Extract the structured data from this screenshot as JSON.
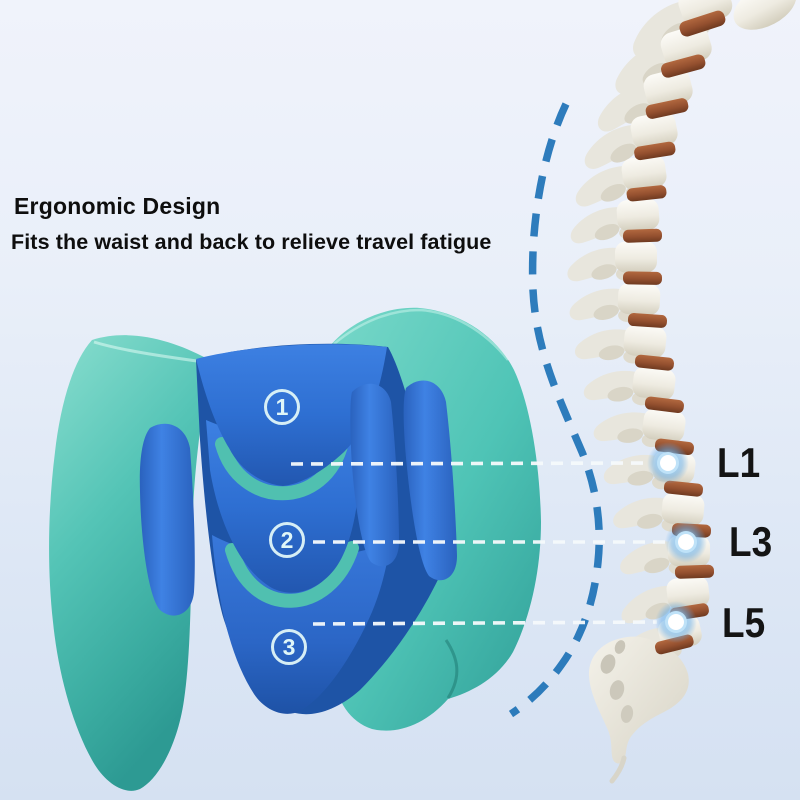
{
  "heading": {
    "title": "Ergonomic Design",
    "subtitle": "Fits the waist and back to relieve travel fatigue"
  },
  "pillow_markers": [
    {
      "number": "1"
    },
    {
      "number": "2"
    },
    {
      "number": "3"
    }
  ],
  "spine_labels": [
    {
      "label": "L1"
    },
    {
      "label": "L3"
    },
    {
      "label": "L5"
    }
  ],
  "colors": {
    "background_top": "#f0f3fb",
    "background_bottom": "#d5e1f2",
    "pillow_teal": "#4fc2b4",
    "pillow_teal_dark": "#2d9a93",
    "pillow_blue": "#2e6fd2",
    "pillow_blue_dark": "#1e54a6",
    "inner_band_teal": "#50c0b0",
    "curve_dash_blue": "#1d72b6",
    "leader_line_white": "#f6fafc",
    "dot_core": "#ffffff",
    "dot_glow": "#8ec8f0",
    "marker_ring": "#dff6f8",
    "label_text": "#141414",
    "spine_bone": "#eeebe1",
    "spine_disc": "#94502f"
  }
}
